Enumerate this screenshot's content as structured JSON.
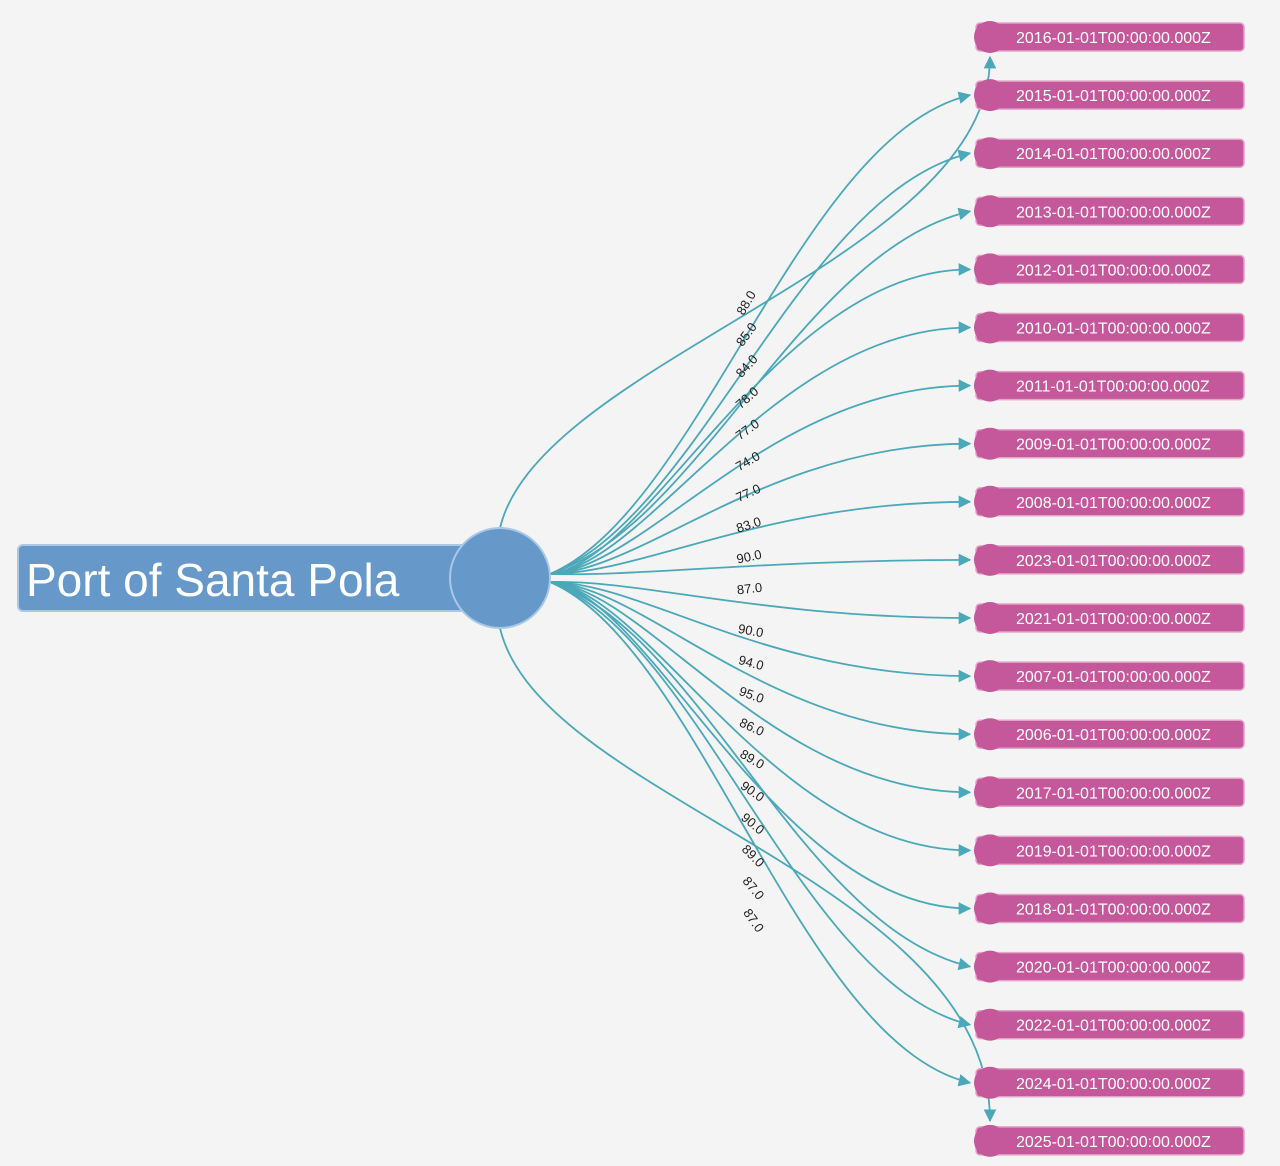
{
  "root": {
    "label": "Port of Santa Pola",
    "color": "#6699c9"
  },
  "leaf_color": "#c4589a",
  "edge_color": "#4aa8b8",
  "nodes": [
    {
      "label": "2016-01-01T00:00:00.000Z"
    },
    {
      "label": "2015-01-01T00:00:00.000Z"
    },
    {
      "label": "2014-01-01T00:00:00.000Z"
    },
    {
      "label": "2013-01-01T00:00:00.000Z"
    },
    {
      "label": "2012-01-01T00:00:00.000Z"
    },
    {
      "label": "2010-01-01T00:00:00.000Z"
    },
    {
      "label": "2011-01-01T00:00:00.000Z"
    },
    {
      "label": "2009-01-01T00:00:00.000Z"
    },
    {
      "label": "2008-01-01T00:00:00.000Z"
    },
    {
      "label": "2023-01-01T00:00:00.000Z"
    },
    {
      "label": "2021-01-01T00:00:00.000Z"
    },
    {
      "label": "2007-01-01T00:00:00.000Z"
    },
    {
      "label": "2006-01-01T00:00:00.000Z"
    },
    {
      "label": "2017-01-01T00:00:00.000Z"
    },
    {
      "label": "2019-01-01T00:00:00.000Z"
    },
    {
      "label": "2018-01-01T00:00:00.000Z"
    },
    {
      "label": "2020-01-01T00:00:00.000Z"
    },
    {
      "label": "2022-01-01T00:00:00.000Z"
    },
    {
      "label": "2024-01-01T00:00:00.000Z"
    },
    {
      "label": "2025-01-01T00:00:00.000Z"
    }
  ],
  "edges": [
    {
      "to": "2016-01-01T00:00:00.000Z",
      "label": "88.0"
    },
    {
      "to": "2015-01-01T00:00:00.000Z",
      "label": "85.0"
    },
    {
      "to": "2014-01-01T00:00:00.000Z",
      "label": "84.0"
    },
    {
      "to": "2013-01-01T00:00:00.000Z",
      "label": "78.0"
    },
    {
      "to": "2012-01-01T00:00:00.000Z",
      "label": "77.0"
    },
    {
      "to": "2010-01-01T00:00:00.000Z",
      "label": "74.0"
    },
    {
      "to": "2011-01-01T00:00:00.000Z",
      "label": "77.0"
    },
    {
      "to": "2009-01-01T00:00:00.000Z",
      "label": "83.0"
    },
    {
      "to": "2008-01-01T00:00:00.000Z",
      "label": "90.0"
    },
    {
      "to": "2023-01-01T00:00:00.000Z",
      "label": "87.0"
    },
    {
      "to": "2021-01-01T00:00:00.000Z",
      "label": "90.0"
    },
    {
      "to": "2007-01-01T00:00:00.000Z",
      "label": "94.0"
    },
    {
      "to": "2006-01-01T00:00:00.000Z",
      "label": "95.0"
    },
    {
      "to": "2017-01-01T00:00:00.000Z",
      "label": "86.0"
    },
    {
      "to": "2019-01-01T00:00:00.000Z",
      "label": "89.0"
    },
    {
      "to": "2018-01-01T00:00:00.000Z",
      "label": "90.0"
    },
    {
      "to": "2020-01-01T00:00:00.000Z",
      "label": "90.0"
    },
    {
      "to": "2022-01-01T00:00:00.000Z",
      "label": "89.0"
    },
    {
      "to": "2024-01-01T00:00:00.000Z",
      "label": "87.0"
    },
    {
      "to": "2025-01-01T00:00:00.000Z",
      "label": "87.0"
    }
  ]
}
